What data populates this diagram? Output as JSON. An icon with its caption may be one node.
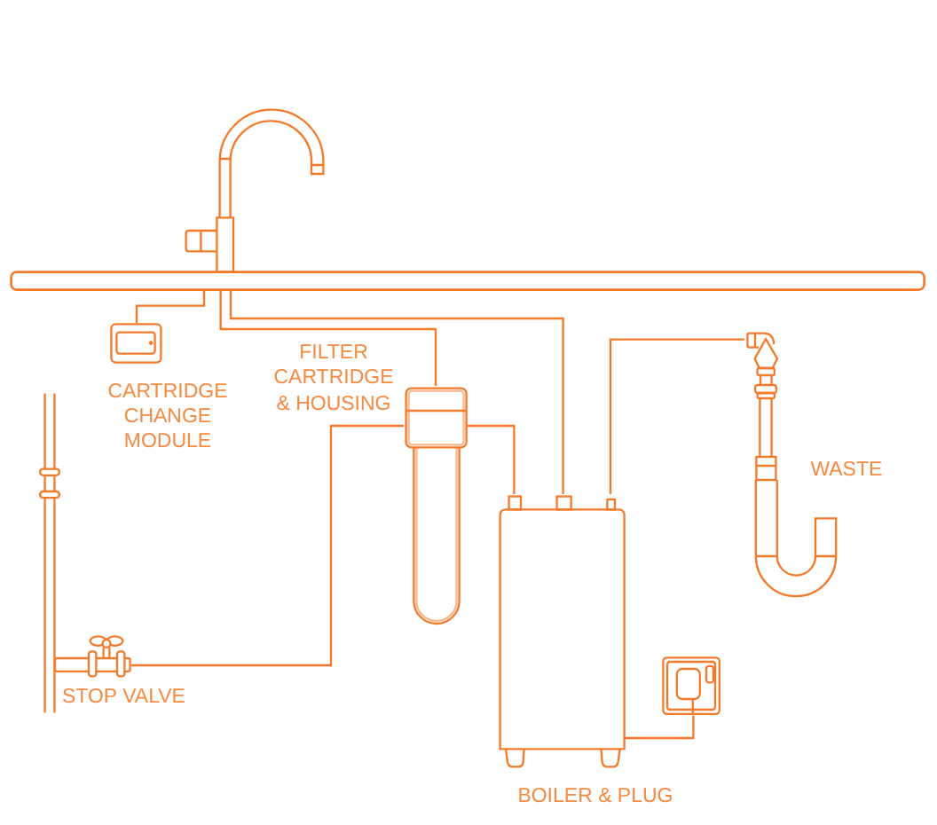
{
  "diagram": {
    "nodes": [
      {
        "text": [],
        "shape": "picture"
      },
      {
        "text": [],
        "shape": "picture",
        "beside": [
          "CARTRIDGE CHANGE MODULE"
        ]
      },
      {
        "text": [],
        "shape": "picture",
        "beside": [
          "FILTER CARTRIDGE & HOUSING"
        ]
      },
      {
        "text": [],
        "shape": "picture",
        "beside": [
          "STOP VALVE"
        ]
      },
      {
        "text": [],
        "shape": "picture",
        "beside": [
          "BOILER & PLUG"
        ]
      },
      {
        "text": [],
        "shape": "picture"
      },
      {
        "text": [],
        "shape": "picture",
        "beside": [
          "WASTE"
        ]
      }
    ],
    "edges": [
      {
        "from": 0,
        "to": 1,
        "arrow": "none"
      },
      {
        "from": 0,
        "to": 2,
        "arrow": "none"
      },
      {
        "from": 0,
        "to": 4,
        "arrow": "none"
      },
      {
        "from": 3,
        "to": 2,
        "arrow": "none"
      },
      {
        "from": 2,
        "to": 4,
        "arrow": "none"
      },
      {
        "from": 4,
        "to": 6,
        "arrow": "none"
      },
      {
        "from": 5,
        "to": 4,
        "arrow": "none"
      }
    ]
  }
}
